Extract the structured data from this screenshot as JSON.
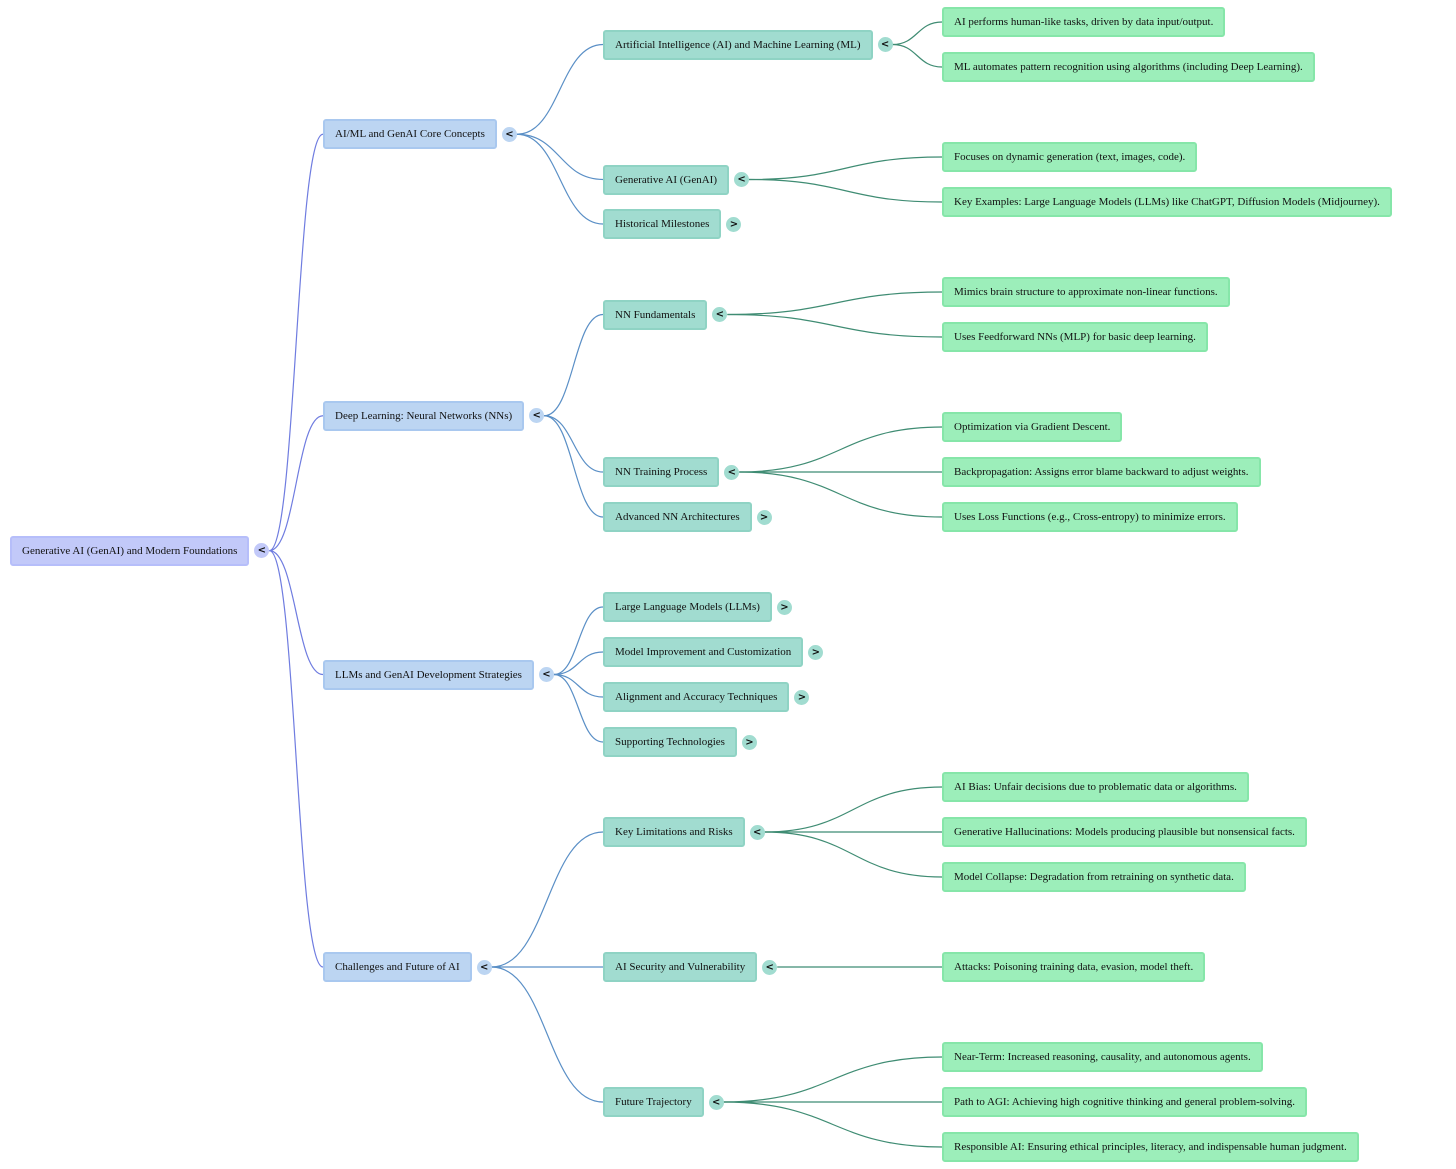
{
  "colors": {
    "root_fill": "#c2c9f9",
    "level1_fill": "#bcd5f2",
    "level2_fill": "#a1dcd0",
    "leaf_fill": "#9ceeba",
    "edge_root": "#6f7ce0",
    "edge_level1": "#5a8fc6",
    "edge_level2": "#3f8c73"
  },
  "toggle_symbols": {
    "expanded": "<",
    "collapsed": ">"
  },
  "mindmap": {
    "root": {
      "label": "Generative AI (GenAI) and Modern Foundations",
      "expanded": true,
      "children": [
        {
          "label": "AI/ML and GenAI Core Concepts",
          "expanded": true,
          "children": [
            {
              "label": "Artificial Intelligence (AI) and Machine Learning (ML)",
              "expanded": true,
              "children": [
                {
                  "label": "AI performs human-like tasks, driven by data input/output."
                },
                {
                  "label": "ML automates pattern recognition using algorithms (including Deep Learning)."
                }
              ]
            },
            {
              "label": "Generative AI (GenAI)",
              "expanded": true,
              "children": [
                {
                  "label": "Focuses on dynamic generation (text, images, code)."
                },
                {
                  "label": "Key Examples: Large Language Models (LLMs) like ChatGPT, Diffusion Models (Midjourney)."
                }
              ]
            },
            {
              "label": "Historical Milestones",
              "expanded": false,
              "children": []
            }
          ]
        },
        {
          "label": "Deep Learning: Neural Networks (NNs)",
          "expanded": true,
          "children": [
            {
              "label": "NN Fundamentals",
              "expanded": true,
              "children": [
                {
                  "label": "Mimics brain structure to approximate non-linear functions."
                },
                {
                  "label": "Uses Feedforward NNs (MLP) for basic deep learning."
                }
              ]
            },
            {
              "label": "NN Training Process",
              "expanded": true,
              "children": [
                {
                  "label": "Optimization via Gradient Descent."
                },
                {
                  "label": "Backpropagation: Assigns error blame backward to adjust weights."
                },
                {
                  "label": "Uses Loss Functions (e.g., Cross-entropy) to minimize errors."
                }
              ]
            },
            {
              "label": "Advanced NN Architectures",
              "expanded": false,
              "children": []
            }
          ]
        },
        {
          "label": "LLMs and GenAI Development Strategies",
          "expanded": true,
          "children": [
            {
              "label": "Large Language Models (LLMs)",
              "expanded": false,
              "children": []
            },
            {
              "label": "Model Improvement and Customization",
              "expanded": false,
              "children": []
            },
            {
              "label": "Alignment and Accuracy Techniques",
              "expanded": false,
              "children": []
            },
            {
              "label": "Supporting Technologies",
              "expanded": false,
              "children": []
            }
          ]
        },
        {
          "label": "Challenges and Future of AI",
          "expanded": true,
          "children": [
            {
              "label": "Key Limitations and Risks",
              "expanded": true,
              "children": [
                {
                  "label": "AI Bias: Unfair decisions due to problematic data or algorithms."
                },
                {
                  "label": "Generative Hallucinations: Models producing plausible but nonsensical facts."
                },
                {
                  "label": "Model Collapse: Degradation from retraining on synthetic data."
                }
              ]
            },
            {
              "label": "AI Security and Vulnerability",
              "expanded": true,
              "children": [
                {
                  "label": "Attacks: Poisoning training data, evasion, model theft."
                }
              ]
            },
            {
              "label": "Future Trajectory",
              "expanded": true,
              "children": [
                {
                  "label": "Near-Term: Increased reasoning, causality, and autonomous agents."
                },
                {
                  "label": "Path to AGI: Achieving high cognitive thinking and general problem-solving."
                },
                {
                  "label": "Responsible AI: Ensuring ethical principles, literacy, and indispensable human judgment."
                }
              ]
            }
          ]
        }
      ]
    }
  }
}
